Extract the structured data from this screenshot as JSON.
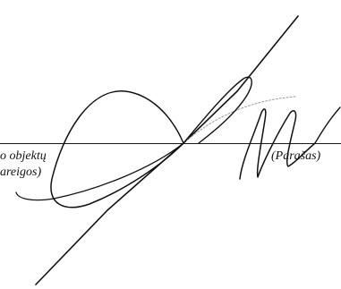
{
  "document": {
    "left_caption_line1": "o objektų",
    "left_caption_line2": "areigos)",
    "right_caption": "(Parašas)"
  },
  "colors": {
    "ink": "#111111",
    "paper": "#ffffff"
  }
}
